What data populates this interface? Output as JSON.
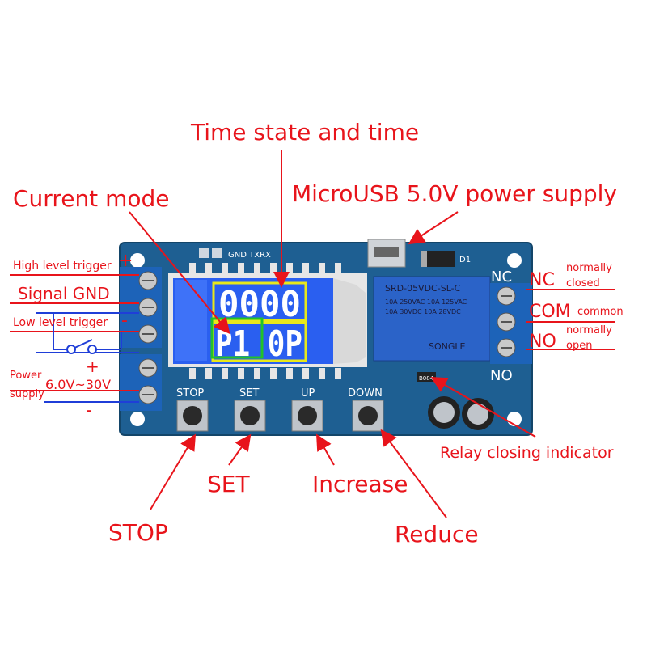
{
  "labels": {
    "time_state": "Time state and time",
    "current_mode": "Current mode",
    "microusb": "MicroUSB 5.0V power supply",
    "high_trigger": "High level trigger",
    "signal_gnd": "Signal GND",
    "low_trigger": "Low level trigger",
    "power_supply_line1": "Power",
    "power_supply_line2": "supply",
    "voltage": "6.0V~30V",
    "plus": "+",
    "minus": "-",
    "nc": "NC",
    "nc_desc_1": "normally",
    "nc_desc_2": "closed",
    "com": "COM",
    "com_desc": "common",
    "no": "NO",
    "no_desc_1": "normally",
    "no_desc_2": "open",
    "relay_indicator": "Relay closing indicator",
    "set": "SET",
    "increase": "Increase",
    "stop": "STOP",
    "reduce": "Reduce"
  },
  "board": {
    "header_pins": "GND TXRX",
    "lcd_top": "0000",
    "lcd_bottom": "P1 0P",
    "buttons": [
      "STOP",
      "SET",
      "UP",
      "DOWN"
    ],
    "relay_nc": "NC",
    "relay_no": "NO",
    "relay_text": [
      "SRD-05VDC-SL-C",
      "10A 250VAC 10A 125VAC",
      "10A 30VDC 10A 28VDC",
      "SONGLE"
    ],
    "d1": "D1",
    "led": "B084"
  },
  "colors": {
    "annotation": "#e8141b",
    "pcb": "#1e5f92",
    "lcd": "#2a5ff0",
    "highlight_top": "#e8e81a",
    "highlight_bottom": "#22c22a",
    "relay": "#2b63c8"
  }
}
